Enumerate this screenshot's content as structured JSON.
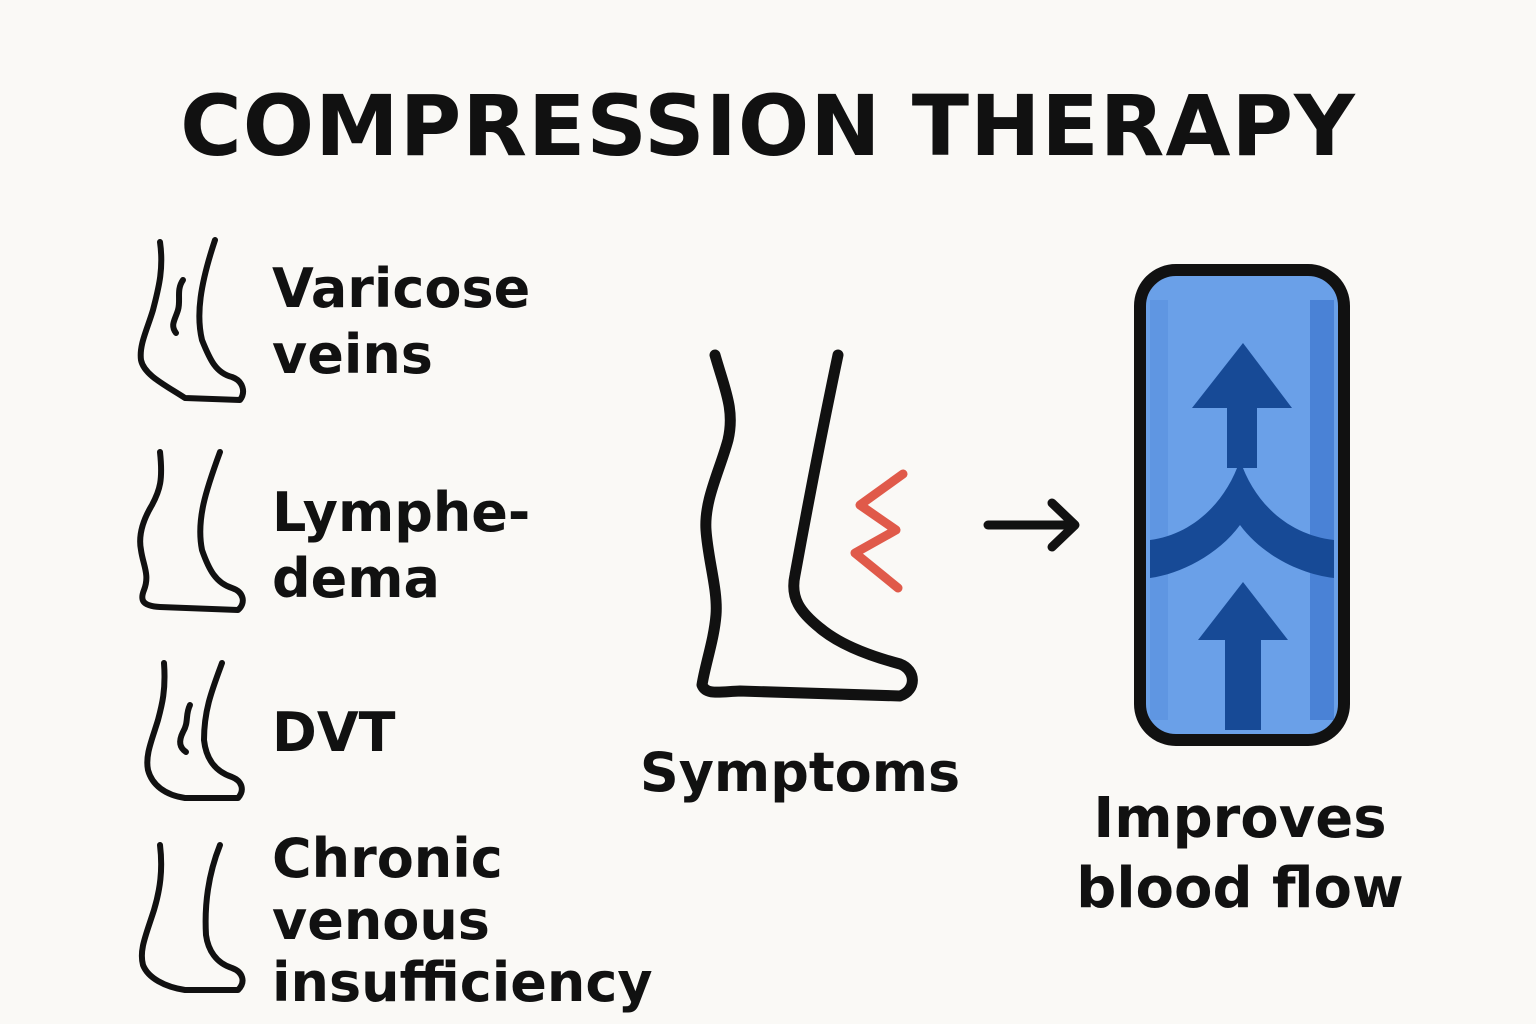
{
  "title": "COMPRESSION THERAPY",
  "conditions": [
    {
      "lines": [
        "Varicose",
        "veins"
      ],
      "icon": "leg-varicose-veins-icon"
    },
    {
      "lines": [
        "Lymphe-",
        "dema"
      ],
      "icon": "leg-lymphedema-icon"
    },
    {
      "lines": [
        "DVT"
      ],
      "icon": "leg-dvt-icon"
    },
    {
      "lines": [
        "Chronic",
        "venous",
        "insufficiency"
      ],
      "icon": "leg-chronic-venous-insufficiency-icon"
    }
  ],
  "symptoms": {
    "label": "Symptoms",
    "icon": "leg-pain-icon",
    "pain_color": "#e05a4a"
  },
  "arrow_icon": "right-arrow-icon",
  "result": {
    "lines": [
      "Improves",
      "blood flow"
    ],
    "icon": "vein-blood-flow-icon",
    "colors": {
      "panel": "#6aa0e8",
      "panel_edge": "#4a82d6",
      "flow": "#174a96",
      "outline": "#111111"
    }
  }
}
